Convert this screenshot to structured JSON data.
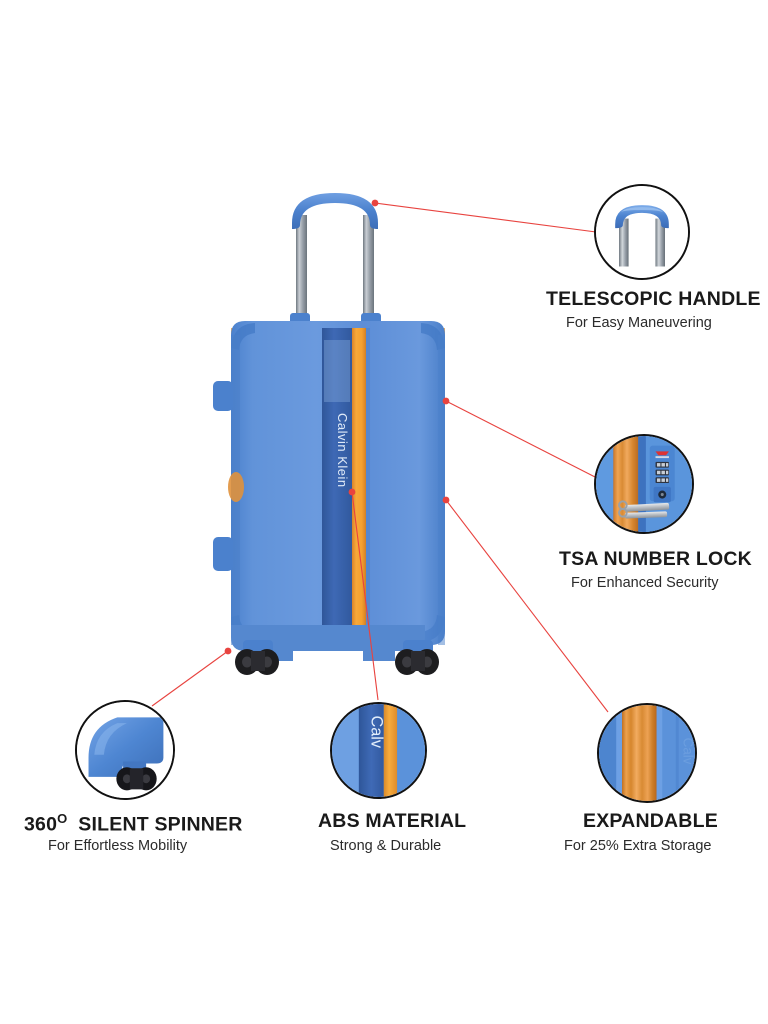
{
  "image": {
    "type": "product-feature-infographic",
    "product": "Calvin Klein hardside spinner suitcase",
    "background_color": "#ffffff",
    "brand_text": "Calvin Klein"
  },
  "colors": {
    "shell_blue": "#5b8ed6",
    "shell_blue_light": "#79a6e3",
    "shell_blue_dark": "#3f6fba",
    "stripe_dark_blue": "#3a62ad",
    "stripe_orange": "#f4a02e",
    "stripe_orange_dark": "#d9842a",
    "handle_chrome": "#9aa2ab",
    "wheel_black": "#1d1d1f",
    "leader_line_red": "#e8433f",
    "text_dark": "#1a1a1a",
    "circle_outline": "#111111"
  },
  "features": [
    {
      "id": "telescopic-handle",
      "title": "TELESCOPIC HANDLE",
      "subtitle": "For Easy Maneuvering",
      "bubble_icon": "telescopic-handle-closeup"
    },
    {
      "id": "tsa-number-lock",
      "title": "TSA NUMBER LOCK",
      "subtitle": "For Enhanced Security",
      "bubble_icon": "tsa-lock-closeup"
    },
    {
      "id": "silent-spinner",
      "title_prefix": "360",
      "title_degree": "O",
      "title": "SILENT SPINNER",
      "subtitle": "For Effortless Mobility",
      "bubble_icon": "spinner-wheel-closeup"
    },
    {
      "id": "abs-material",
      "title": "ABS MATERIAL",
      "subtitle": "Strong & Durable",
      "bubble_icon": "abs-shell-closeup"
    },
    {
      "id": "expandable",
      "title": "EXPANDABLE",
      "subtitle": "For 25% Extra Storage",
      "bubble_icon": "expander-zipper-closeup"
    }
  ],
  "suitcase": {
    "name": "main-suitcase-photo",
    "brand_label": "Calvin Klein",
    "parts": [
      "telescopic-handle",
      "shell-body",
      "vertical-stripe",
      "side-handle-top",
      "side-handle-bottom",
      "spinner-wheel-front-left",
      "spinner-wheel-front-right"
    ]
  }
}
